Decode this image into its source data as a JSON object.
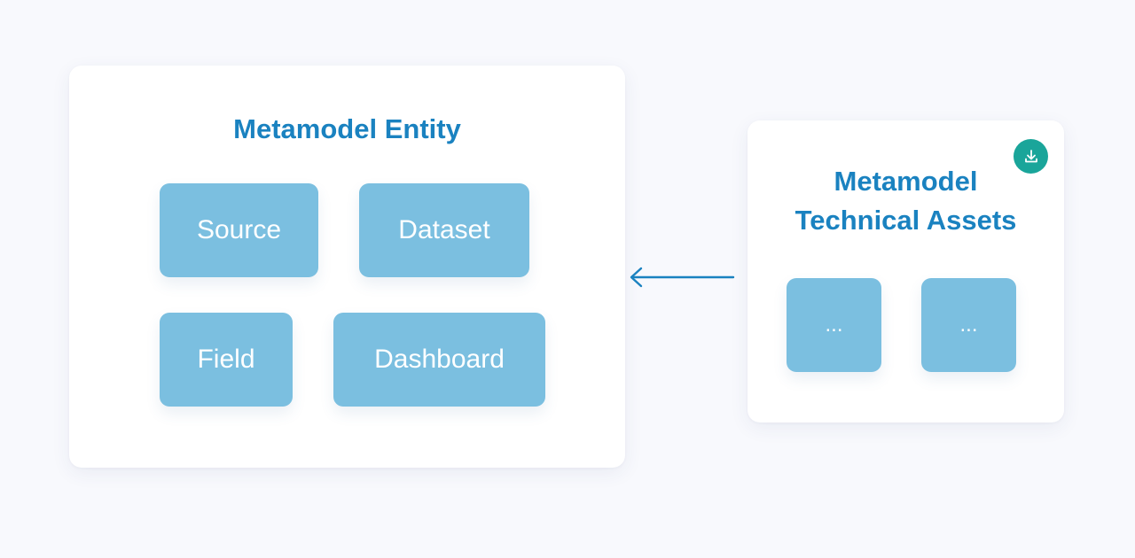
{
  "entity_card": {
    "title": "Metamodel Entity",
    "items": [
      {
        "label": "Source"
      },
      {
        "label": "Dataset"
      },
      {
        "label": "Field"
      },
      {
        "label": "Dashboard"
      }
    ]
  },
  "assets_card": {
    "title_line1": "Metamodel",
    "title_line2": "Technical Assets",
    "items": [
      {
        "label": "..."
      },
      {
        "label": "..."
      }
    ],
    "badge_icon": "download-icon"
  },
  "connector": {
    "direction": "right-to-left",
    "icon": "arrow-left-icon"
  },
  "colors": {
    "background": "#f8f9fd",
    "card": "#ffffff",
    "title": "#1a82c0",
    "tile": "#7bbfe0",
    "tile_text": "#ffffff",
    "badge": "#1aa59a",
    "arrow": "#1a82c0"
  }
}
